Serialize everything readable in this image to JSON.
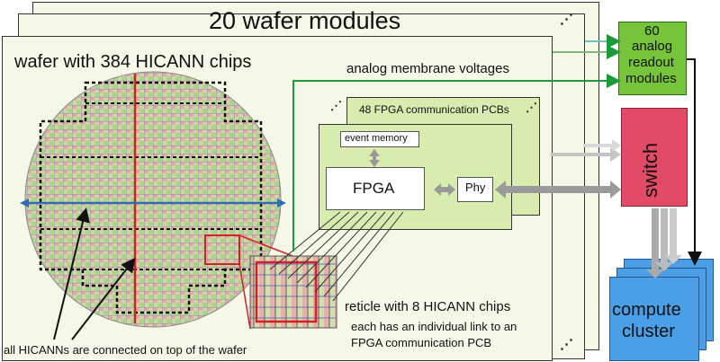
{
  "stack": {
    "title": "20 wafer modules",
    "dots_mark": "⋰"
  },
  "wafer": {
    "title": "wafer with 384 HICANN chips",
    "footer": "all HICANNs are connected on top of the wafer"
  },
  "fpga_stack": {
    "title": "48 FPGA communication PCBs",
    "event_memory": "event memory",
    "fpga": "FPGA",
    "phy": "Phy"
  },
  "membrane": {
    "label": "analog membrane voltages"
  },
  "reticle": {
    "title": "reticle with 8 HICANN chips",
    "description_line1": "each has an individual link to an",
    "description_line2": "FPGA communication PCB"
  },
  "readout": {
    "line1": "60",
    "line2": "analog",
    "line3": "readout",
    "line4": "modules"
  },
  "switch": {
    "label": "switch"
  },
  "compute": {
    "line1": "compute",
    "line2": "cluster"
  },
  "colors": {
    "panel_bg": "#f5f8e6",
    "green_arrow": "#1a9a3a",
    "readout_fill": "#76c43a",
    "switch_fill": "#e24a66",
    "compute_fill": "#4a9fe6",
    "fpga_pcb": "#d9ecb0",
    "wafer_line_red": "#d61f26",
    "wafer_line_blue": "#2a6fb5"
  }
}
